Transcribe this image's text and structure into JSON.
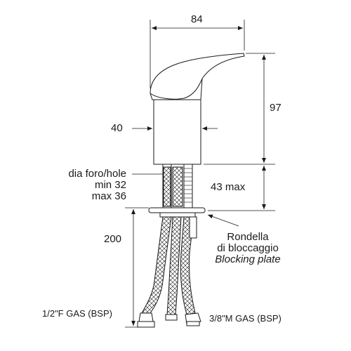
{
  "dimensions": {
    "width": "84",
    "height": "97",
    "body_diameter": "40",
    "max_thickness": "43 max",
    "hose_length": "200"
  },
  "hole_note": {
    "line1": "dia foro/hole",
    "line2": "min 32",
    "line3": "max 36"
  },
  "blocking_plate": {
    "line1": "Rondella",
    "line2": "di bloccaggio",
    "line3": "Blocking plate"
  },
  "connections": {
    "female": "1/2\"F GAS (BSP)",
    "male": "3/8\"M GAS (BSP)"
  },
  "colors": {
    "line": "#1a1a1a",
    "text": "#1a1a1a",
    "background": "#ffffff"
  }
}
